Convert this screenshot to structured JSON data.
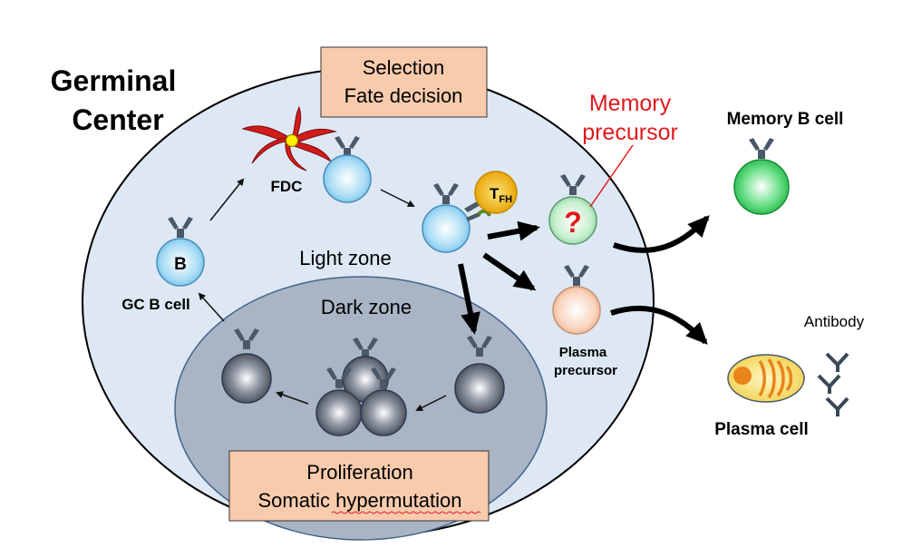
{
  "title_line1": "Germinal",
  "title_line2": "Center",
  "box_top": {
    "line1": "Selection",
    "line2": "Fate decision"
  },
  "box_bottom": {
    "line1": "Proliferation",
    "line2": "Somatic hypermutation"
  },
  "zones": {
    "light": "Light zone",
    "dark": "Dark zone"
  },
  "labels": {
    "fdc": "FDC",
    "gc_b_cell": "GC B cell",
    "b": "B",
    "tfh_main": "T",
    "tfh_sub": "FH",
    "memory_precursor_1": "Memory",
    "memory_precursor_2": "precursor",
    "question": "?",
    "plasma_precursor_1": "Plasma",
    "plasma_precursor_2": "precursor",
    "memory_b_cell": "Memory B cell",
    "plasma_cell": "Plasma cell",
    "antibody": "Antibody"
  },
  "colors": {
    "gc_fill": "#dde8f4",
    "dark_zone_fill": "#a9b4c4",
    "box_fill": "#f8cbad",
    "receptor": "#4a5868",
    "fdc_red": "#d21c1c",
    "memory_label": "#e0191c",
    "tfh_fill": "#f0b400",
    "memory_cell": "#2ecc55",
    "plasma_cell_fill": "#f5df6e",
    "plasma_nucleus": "#e8841a"
  }
}
